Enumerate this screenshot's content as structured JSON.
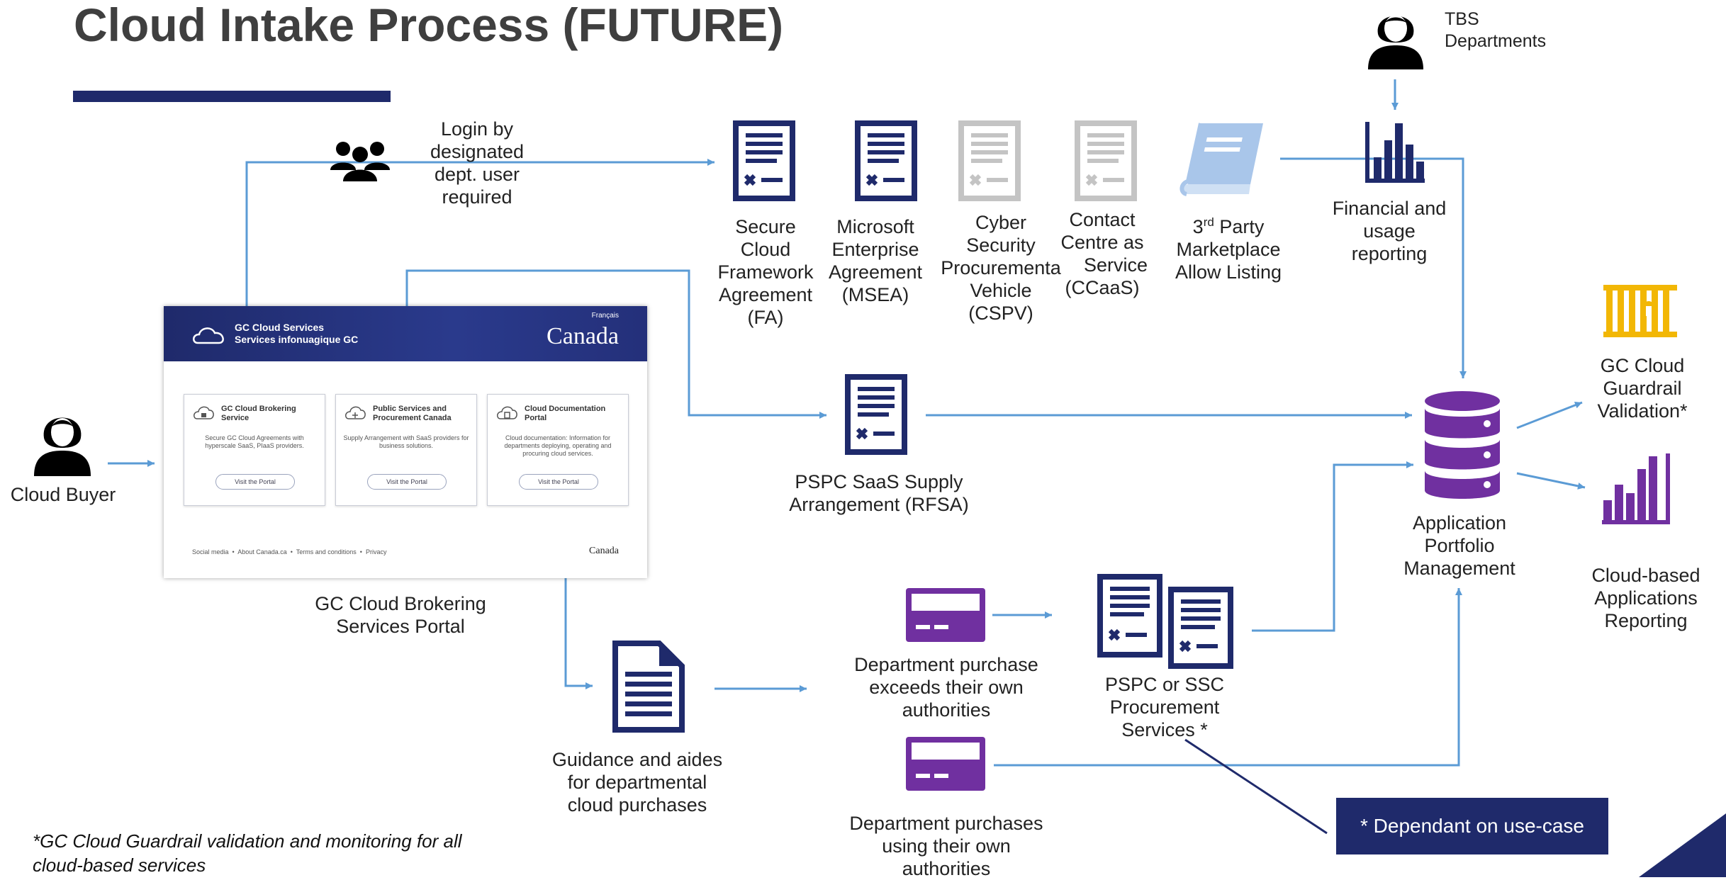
{
  "title": "Cloud Intake Process (FUTURE)",
  "actors": {
    "tbs": [
      "TBS",
      "Departments"
    ],
    "cloud_buyer": "Cloud Buyer"
  },
  "login_note": [
    "Login by",
    "designated",
    "dept. user",
    "required"
  ],
  "agreements": [
    {
      "id": "fa",
      "lines": [
        "Secure",
        "Cloud",
        "Framework",
        "Agreement",
        "(FA)"
      ]
    },
    {
      "id": "msea",
      "lines": [
        "Microsoft",
        "Enterprise",
        "Agreement",
        "(MSEA)"
      ]
    },
    {
      "id": "cspv",
      "lines": [
        "Cyber",
        "Security",
        "Procurementa",
        "Vehicle",
        "(CSPV)"
      ]
    },
    {
      "id": "ccaas",
      "lines": [
        "Contact",
        "Centre as",
        "Service",
        "(CCaaS)"
      ]
    },
    {
      "id": "marketplace",
      "lines": [
        "3rd Party",
        "Marketplace",
        "Allow Listing"
      ]
    }
  ],
  "financial_reporting": [
    "Financial and",
    "usage",
    "reporting"
  ],
  "portal": {
    "caption": [
      "GC Cloud Brokering",
      "Services Portal"
    ],
    "header_title": [
      "GC Cloud Services",
      "Services infonuagique GC"
    ],
    "language_link": "Français",
    "wordmark": "Canada",
    "cards": [
      {
        "title": "GC Cloud Brokering Service",
        "desc": "Secure GC Cloud Agreements with hyperscale SaaS, PIaaS providers.",
        "button": "Visit the Portal"
      },
      {
        "title": "Public Services and Procurement Canada",
        "desc": "Supply Arrangement with SaaS providers for business solutions.",
        "button": "Visit the Portal"
      },
      {
        "title": "Cloud Documentation Portal",
        "desc": "Cloud documentation: Information for departments deploying, operating and procuring cloud services.",
        "button": "Visit the Portal"
      }
    ],
    "footer_links": [
      "Social media",
      "About Canada.ca",
      "Terms and conditions",
      "Privacy"
    ]
  },
  "rfsa": [
    "PSPC SaaS Supply",
    "Arrangement (RFSA)"
  ],
  "guidance": [
    "Guidance and aides",
    "for departmental",
    "cloud purchases"
  ],
  "dept_exceeds": [
    "Department purchase",
    "exceeds their own",
    "authorities"
  ],
  "dept_own": [
    "Department purchases",
    "using their own",
    "authorities"
  ],
  "procurement": [
    "PSPC or SSC",
    "Procurement",
    "Services *"
  ],
  "apm": [
    "Application",
    "Portfolio",
    "Management"
  ],
  "guardrail": [
    "GC Cloud",
    "Guardrail",
    "Validation*"
  ],
  "apps_reporting": [
    "Cloud-based",
    "Applications",
    "Reporting"
  ],
  "dependant_box": "* Dependant on use-case",
  "footnote": [
    "*GC Cloud Guardrail validation and monitoring for all",
    "cloud-based services"
  ],
  "colors": {
    "navy": "#1f2a6b",
    "purple": "#7030a0",
    "gold": "#f2b705",
    "light_blue": "#a9c6ea",
    "gray": "#bfbfbf",
    "arrow": "#5b9bd5"
  }
}
